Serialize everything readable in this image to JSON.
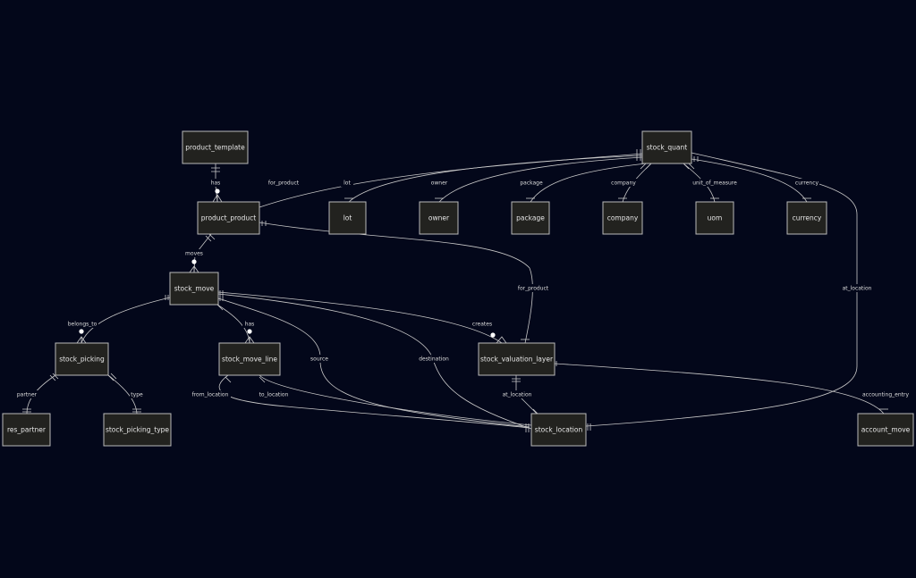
{
  "entities": {
    "product_template": "product_template",
    "stock_quant": "stock_quant",
    "product_product": "product_product",
    "lot": "lot",
    "owner": "owner",
    "package": "package",
    "company": "company",
    "uom": "uom",
    "currency": "currency",
    "stock_move": "stock_move",
    "stock_picking": "stock_picking",
    "stock_move_line": "stock_move_line",
    "stock_valuation_layer": "stock_valuation_layer",
    "res_partner": "res_partner",
    "stock_picking_type": "stock_picking_type",
    "stock_location": "stock_location",
    "account_move": "account_move"
  },
  "relationships": {
    "has_template": "has",
    "for_product_quant": "for_product",
    "lot": "lot",
    "owner": "owner",
    "package": "package",
    "company": "company",
    "unit_of_measure": "unit_of_measure",
    "currency": "currency",
    "moves": "moves",
    "for_product_valuation": "for_product",
    "at_location_quant": "at_location",
    "belongs_to": "belongs_to",
    "has_lines": "has",
    "source": "source",
    "destination": "destination",
    "creates": "creates",
    "partner": "partner",
    "type": "type",
    "from_location": "from_location",
    "to_location": "to_location",
    "at_location_valuation": "at_location",
    "accounting_entry": "accounting_entry"
  }
}
